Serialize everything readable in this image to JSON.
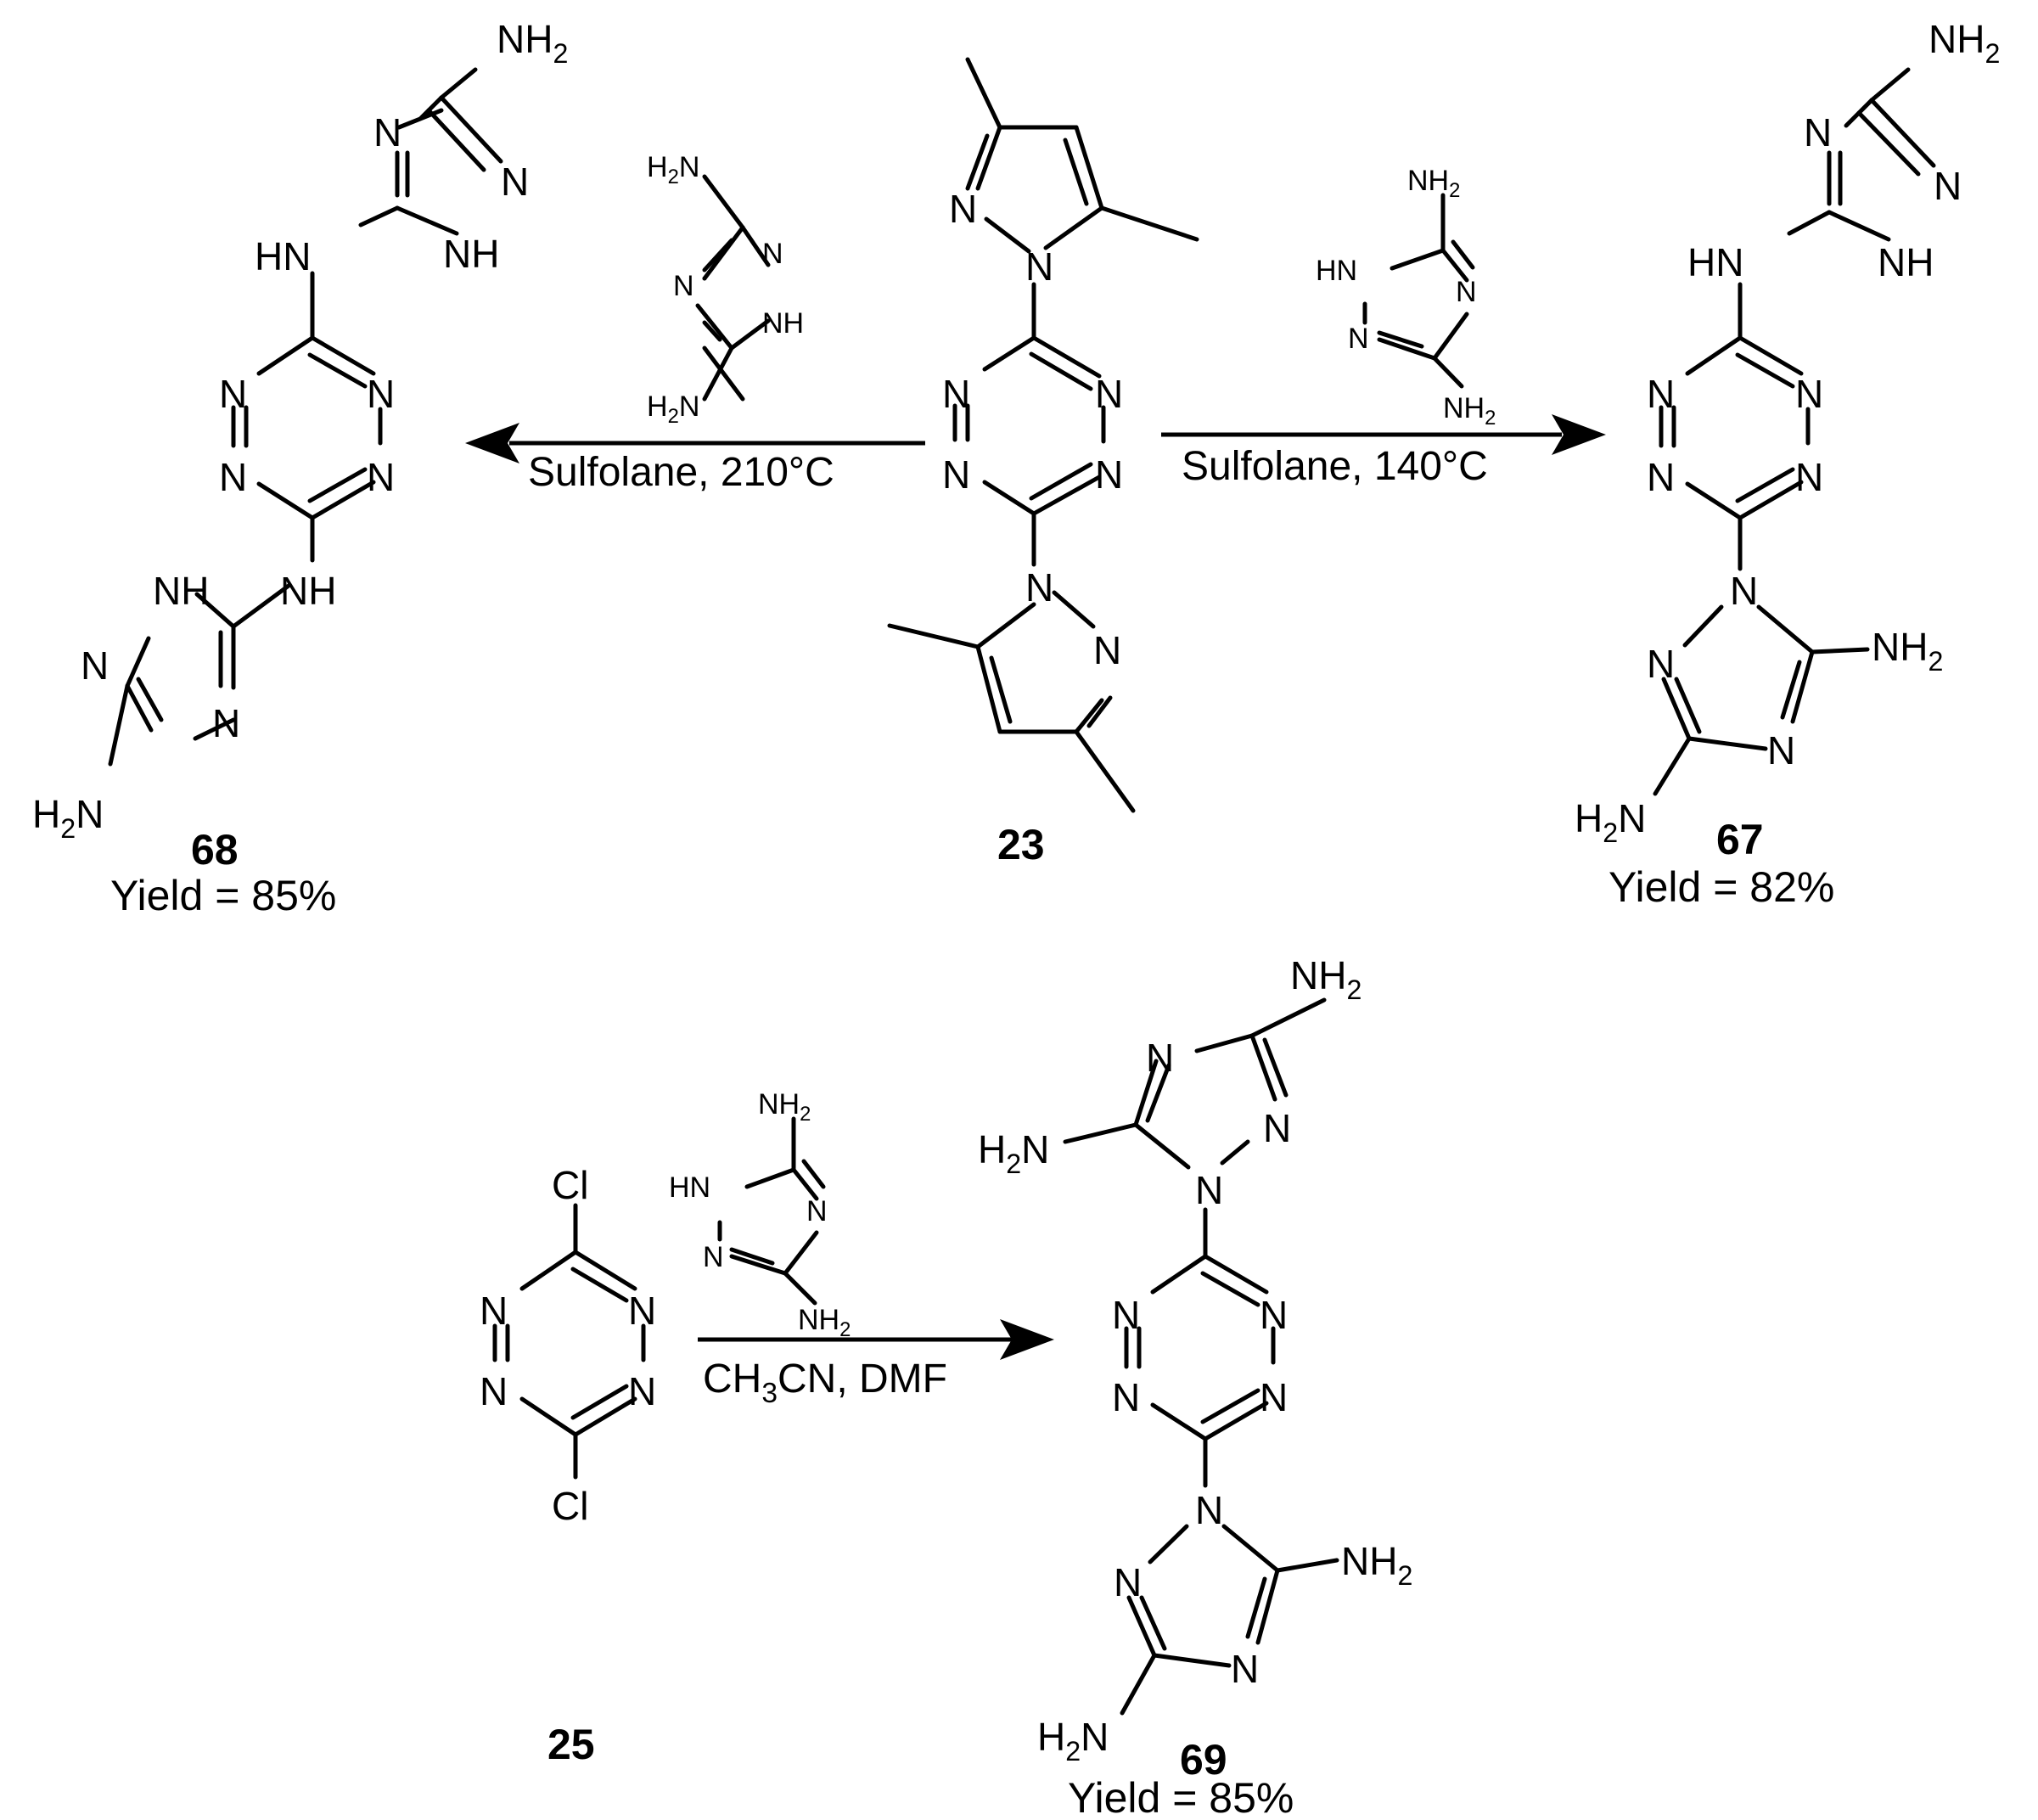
{
  "atoms": {
    "N": "N",
    "NH": "NH",
    "HN": "HN",
    "NH2": "NH",
    "H2N": "H",
    "H": "H",
    "sub2": "2",
    "N2": "N",
    "Cl": "Cl"
  },
  "compounds": {
    "c23": "23",
    "c25": "25",
    "c67": "67",
    "c68": "68",
    "c69": "69"
  },
  "yields": {
    "y67": "Yield = 82%",
    "y68": "Yield = 85%",
    "y69": "Yield = 85%"
  },
  "conditions": {
    "left": "Sulfolane, 210°C",
    "right": "Sulfolane, 140°C",
    "bottom_a": "CH",
    "bottom_sub": "3",
    "bottom_b": "CN, DMF"
  }
}
